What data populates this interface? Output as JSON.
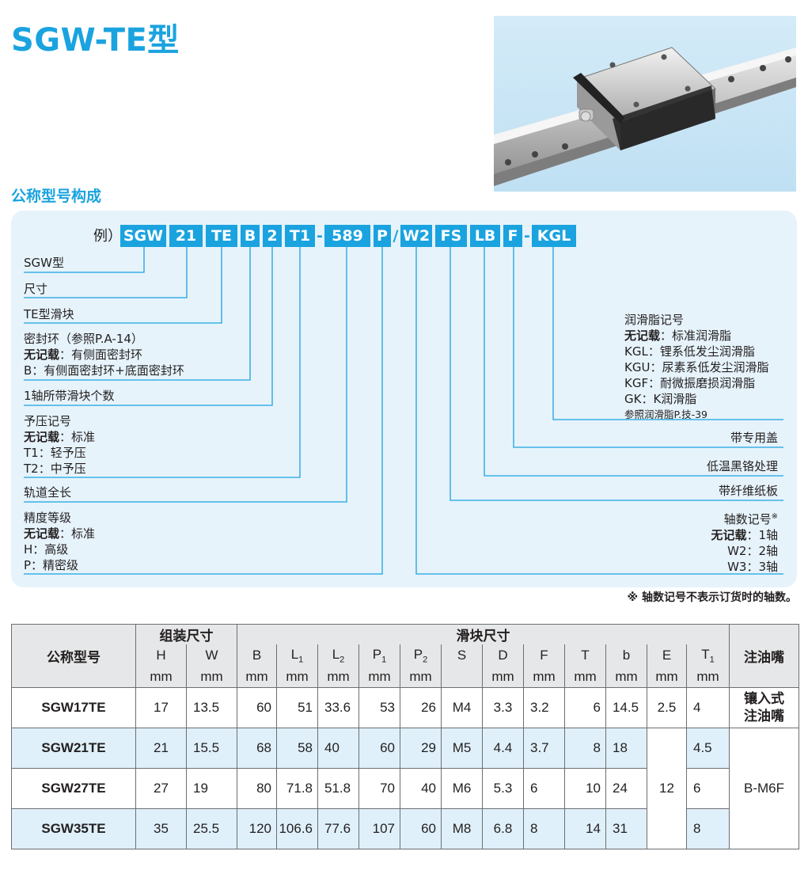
{
  "title": "SGW-TE型",
  "subtitle": "公称型号构成",
  "example_label": "例）",
  "code_segments": [
    {
      "id": "sgw",
      "text": "SGW"
    },
    {
      "id": "size",
      "text": "21"
    },
    {
      "id": "te",
      "text": "TE"
    },
    {
      "id": "b",
      "text": "B"
    },
    {
      "id": "count",
      "text": "2"
    },
    {
      "id": "t1",
      "text": "T1"
    },
    {
      "id": "dash1",
      "text": "-"
    },
    {
      "id": "len",
      "text": "589"
    },
    {
      "id": "p",
      "text": "P"
    },
    {
      "id": "slash",
      "text": "/"
    },
    {
      "id": "w2",
      "text": "W2"
    },
    {
      "id": "fs",
      "text": "FS"
    },
    {
      "id": "lb",
      "text": "LB"
    },
    {
      "id": "f",
      "text": "F"
    },
    {
      "id": "dash2",
      "text": "-"
    },
    {
      "id": "kgl",
      "text": "KGL"
    }
  ],
  "left_labels": {
    "sgw": "SGW型",
    "size": "尺寸",
    "te": "TE型滑块",
    "seal_title": "密封环（参照P.A-14）",
    "seal_none_key": "无记载",
    "seal_none_val": "：有侧面密封环",
    "seal_b": "B：有侧面密封环+底面密封环",
    "count": "1轴所带滑块个数",
    "preload_title": "予压记号",
    "preload_none_key": "无记载",
    "preload_none_val": "：标准",
    "preload_t1": "T1：轻予压",
    "preload_t2": "T2：中予压",
    "rail_length": "轨道全长",
    "accuracy_title": "精度等级",
    "accuracy_none_key": "无记载",
    "accuracy_none_val": "：标准",
    "accuracy_h": "H：高级",
    "accuracy_p": "P：精密级"
  },
  "right_labels": {
    "grease_title": "润滑脂记号",
    "grease_none_key": "无记载",
    "grease_none_val": "：标准润滑脂",
    "grease_kgl": "KGL：锂系低发尘润滑脂",
    "grease_kgu": "KGU：尿素系低发尘润滑脂",
    "grease_kgf": "KGF：耐微振磨损润滑脂",
    "grease_gk": "GK：K润滑脂",
    "grease_ref": "参照润滑脂P.技-39",
    "cover": "带专用盖",
    "black_chrome": "低温黑铬处理",
    "fiber_plate": "带纤维纸板",
    "axis_title": "轴数记号",
    "axis_mark": "※",
    "axis_none_key": "无记载",
    "axis_none_val": "：1轴",
    "axis_w2": "W2：2轴",
    "axis_w3": "W3：3轴"
  },
  "note": "※ 轴数记号不表示订货时的轴数。",
  "table": {
    "model_header": "公称型号",
    "group_assembly": "组装尺寸",
    "group_block": "滑块尺寸",
    "grease_nipple_header": "注油嘴",
    "columns": [
      "H",
      "W",
      "B",
      "L",
      "L",
      "P",
      "P",
      "S",
      "D",
      "F",
      "T",
      "b",
      "E",
      "T"
    ],
    "column_subs": [
      "",
      "",
      "",
      "1",
      "2",
      "1",
      "2",
      "",
      "",
      "",
      "",
      "",
      "",
      "1"
    ],
    "units": [
      "mm",
      "mm",
      "mm",
      "mm",
      "mm",
      "mm",
      "mm",
      "",
      "mm",
      "mm",
      "mm",
      "mm",
      "mm",
      "mm"
    ],
    "rows": [
      {
        "model": "SGW17TE",
        "values": [
          "17",
          "13.5",
          "60",
          "51",
          "33.6",
          "53",
          "26",
          "M4",
          "3.3",
          "3.2",
          "6",
          "14.5",
          "2.5",
          "4"
        ],
        "nipple": "镶入式\n注油嘴"
      },
      {
        "model": "SGW21TE",
        "values": [
          "21",
          "15.5",
          "68",
          "58",
          "40",
          "60",
          "29",
          "M5",
          "4.4",
          "3.7",
          "8",
          "18",
          "",
          "4.5"
        ],
        "nipple": ""
      },
      {
        "model": "SGW27TE",
        "values": [
          "27",
          "19",
          "80",
          "71.8",
          "51.8",
          "70",
          "40",
          "M6",
          "5.3",
          "6",
          "10",
          "24",
          "12",
          "6"
        ],
        "nipple": "B-M6F"
      },
      {
        "model": "SGW35TE",
        "values": [
          "35",
          "25.5",
          "120",
          "106.6",
          "77.6",
          "107",
          "60",
          "M8",
          "6.8",
          "8",
          "14",
          "31",
          "",
          "8"
        ],
        "nipple": ""
      }
    ]
  },
  "colors": {
    "accent": "#1aa3df",
    "panel": "#e6f3fb",
    "header_bg": "#e6e7e8",
    "row_blue": "#dff0fa"
  }
}
